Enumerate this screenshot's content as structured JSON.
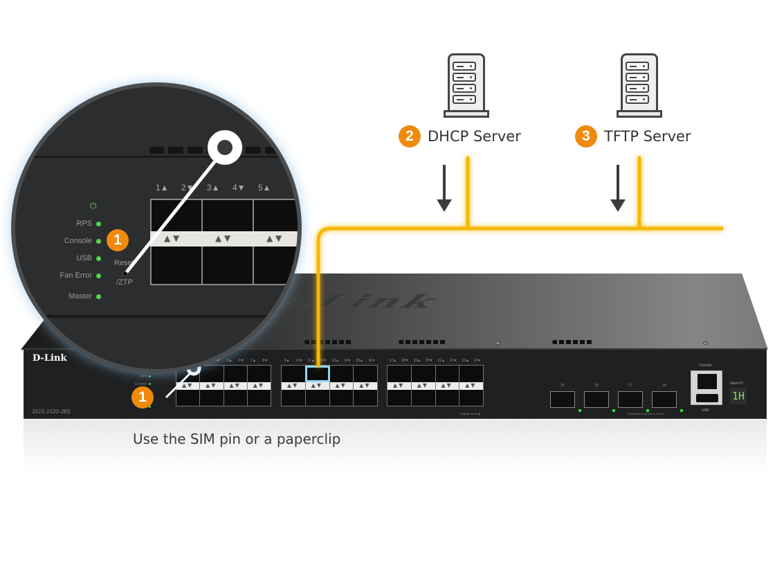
{
  "servers": [
    {
      "step": "2",
      "label": "DHCP Server",
      "icon": "server-icon"
    },
    {
      "step": "3",
      "label": "TFTP Server",
      "icon": "server-icon"
    }
  ],
  "switch": {
    "brand": "D-Link",
    "model": "DGS-1530-28S",
    "top_logo": "D-Link",
    "leds": [
      "⏻",
      "RPS",
      "Console",
      "USB",
      "Fan Error",
      "Master"
    ],
    "reset_label": "Reset",
    "ztp_label": "/ZTP",
    "port_groups": [
      [
        "1▲",
        "2▼",
        "3▲",
        "4▼",
        "5▲",
        "6▼",
        "7▲",
        "8▼"
      ],
      [
        "9▲",
        "10▼",
        "11▲",
        "12▼",
        "13▲",
        "14▼",
        "15▲",
        "16▼"
      ],
      [
        "17▲",
        "18▼",
        "19▲",
        "20▼",
        "21▲",
        "22▼",
        "23▲",
        "24▼"
      ]
    ],
    "uplink_ports": [
      "25",
      "26",
      "27",
      "28"
    ],
    "speed_legend_1": "100M ■ 1000M ■",
    "speed_legend_2": "1000M ■ 10G ■ Link ● / Act ✲",
    "console_label": "Console",
    "usb_label": "USB",
    "stack_label": "Stack ID",
    "stack_id": "1H",
    "highlighted_port": "11"
  },
  "magnifier": {
    "step": "1",
    "port_labels": [
      "1▲",
      "2▼",
      "3▲",
      "4▼",
      "5▲"
    ],
    "power_icon": "⏻"
  },
  "callout": {
    "step": "1"
  },
  "caption": "Use the SIM pin or a paperclip",
  "colors": {
    "accent_orange": "#ef8a0c",
    "network_line": "#f5b800",
    "highlight": "#8fd8f5",
    "led_green": "#3fd43f"
  }
}
